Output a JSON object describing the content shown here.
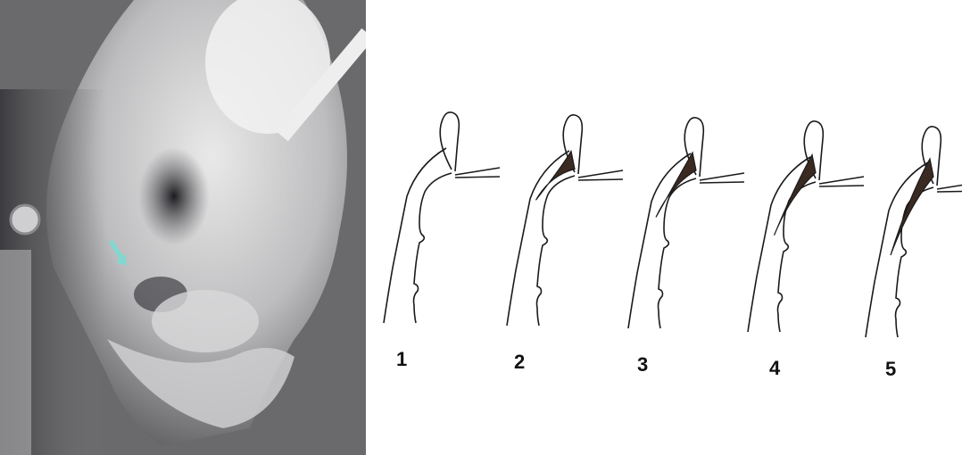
{
  "figure": {
    "left_panel": "lateral-cephalometric-radiograph",
    "right_panel": "adenoid-staging-diagram"
  },
  "stages": [
    {
      "label": "1",
      "grade": 1
    },
    {
      "label": "2",
      "grade": 2
    },
    {
      "label": "3",
      "grade": 3
    },
    {
      "label": "4",
      "grade": 4
    },
    {
      "label": "5",
      "grade": 5
    }
  ],
  "colors": {
    "adenoid_fill": "#3a2a22",
    "line": "#1a1a1a",
    "arrow": "#7fd9d0"
  },
  "icons": {
    "arrow": "arrow-icon"
  }
}
